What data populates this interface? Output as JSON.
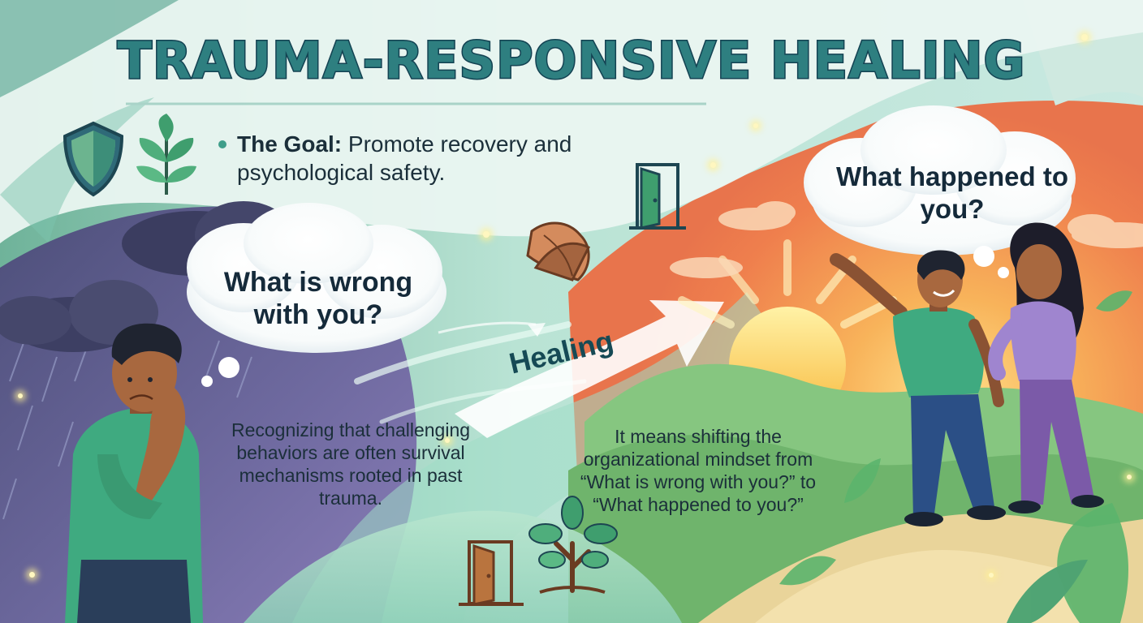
{
  "title": "TRAUMA-RESPONSIVE HEALING",
  "goal": {
    "label": "The Goal:",
    "text": " Promote recovery and psychological safety."
  },
  "left_bubble": "What is wrong with you?",
  "right_bubble": "What happened to you?",
  "left_text": "Recognizing that challenging behaviors are often survival mechanisms rooted in past trauma.",
  "right_text": "It means shifting the organizational mindset from “What is wrong with you?” to “What happened to you?”",
  "arrow_label": "Healing",
  "icons": [
    "shield-icon",
    "sprout-icon",
    "open-door-icon",
    "joined-hands-icon",
    "tree-icon",
    "sun-icon",
    "storm-cloud-icon"
  ],
  "colors": {
    "title_fill": "#2e7f80",
    "title_outline": "#134252",
    "accent_green": "#3f9e6e",
    "sunset_orange": "#f08a4b",
    "storm_purple": "#5e5c8e"
  }
}
